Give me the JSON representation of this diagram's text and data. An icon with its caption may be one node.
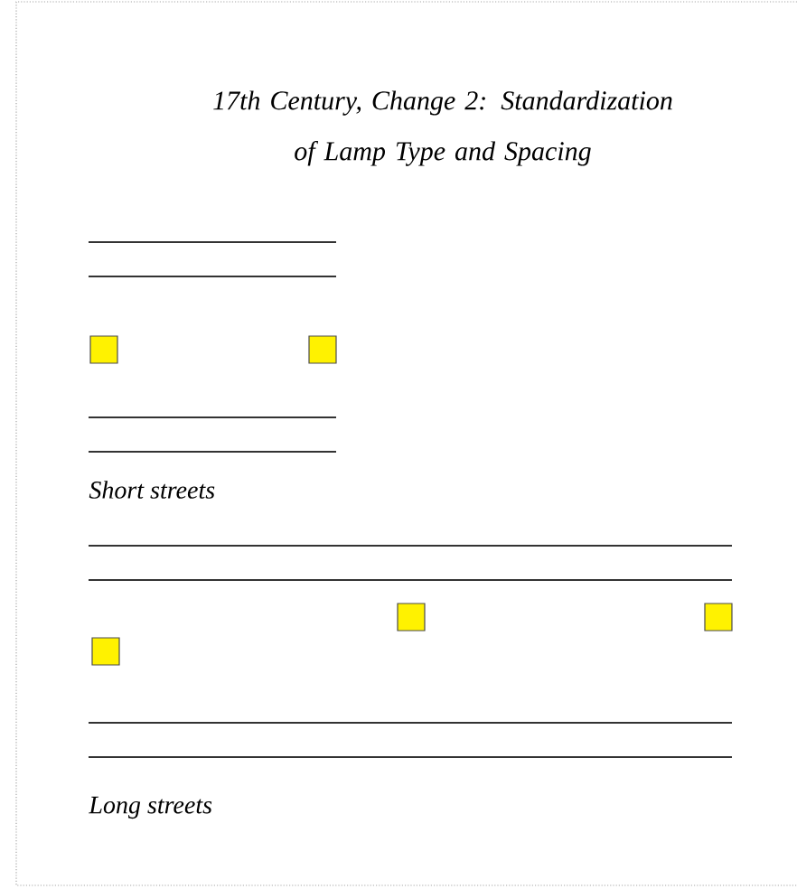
{
  "diagram": {
    "title": "17th Century, Change 2: Standardization of Lamp Type and Spacing",
    "labels": [
      "Short streets",
      "Long streets"
    ]
  }
}
